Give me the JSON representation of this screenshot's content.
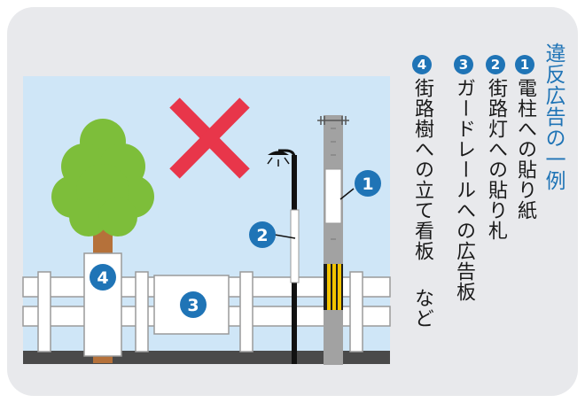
{
  "colors": {
    "accent": "#1f74b6",
    "forbidden": "#e8364a",
    "sky": "#cfe6f7",
    "ground": "#4a4a4a"
  },
  "title": "違反広告の一例",
  "items": [
    {
      "num": "1",
      "text": "電柱への貼り紙"
    },
    {
      "num": "2",
      "text": "街路灯への貼り札"
    },
    {
      "num": "3",
      "text": "ガードレールへの広告板"
    },
    {
      "num": "4",
      "text": "街路樹への立て看板",
      "suffix": "など"
    }
  ],
  "scene_icons": [
    "cross-mark-icon",
    "street-lamp-icon",
    "utility-pole-icon",
    "tree-icon",
    "guardrail-icon"
  ]
}
